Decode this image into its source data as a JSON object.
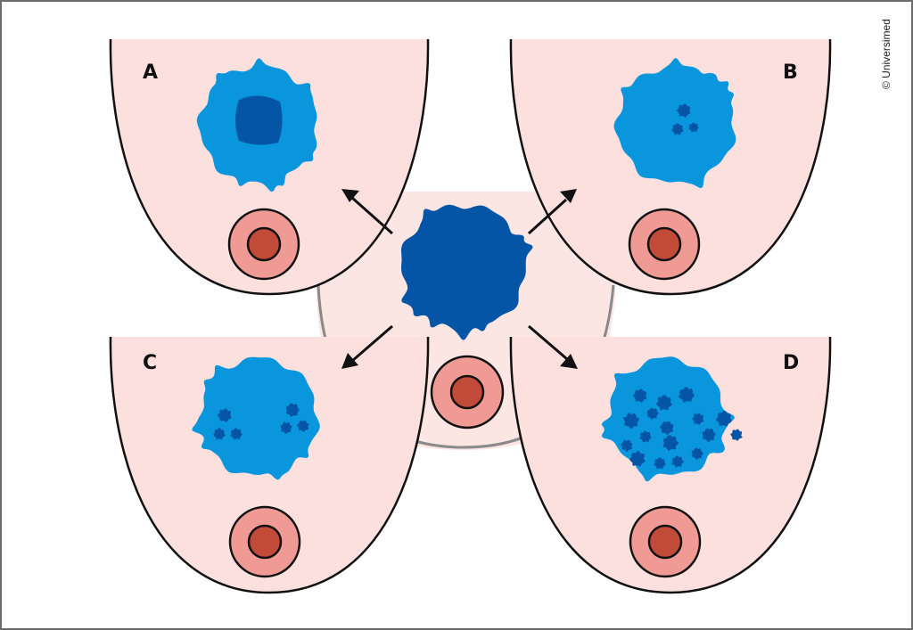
{
  "copyright": "© Universimed",
  "colors": {
    "skin": "#fbe0dd",
    "skin_center": "#fce6e3",
    "outline": "#111111",
    "outline_grey": "#8a8a8a",
    "tumor_light": "#0a96dc",
    "tumor_dark": "#0455a6",
    "areola": "#ef9a94",
    "nipple": "#c24a38",
    "frame": "#6b6b6b"
  },
  "center": {
    "description": "Original tumor (dark, homogeneous)"
  },
  "panels": [
    {
      "id": "A",
      "label": "A",
      "pattern": "single central dark core"
    },
    {
      "id": "B",
      "label": "B",
      "pattern": "few small dark foci clustered centrally"
    },
    {
      "id": "C",
      "label": "C",
      "pattern": "two clusters of small dark foci"
    },
    {
      "id": "D",
      "label": "D",
      "pattern": "numerous scattered dark foci"
    }
  ]
}
